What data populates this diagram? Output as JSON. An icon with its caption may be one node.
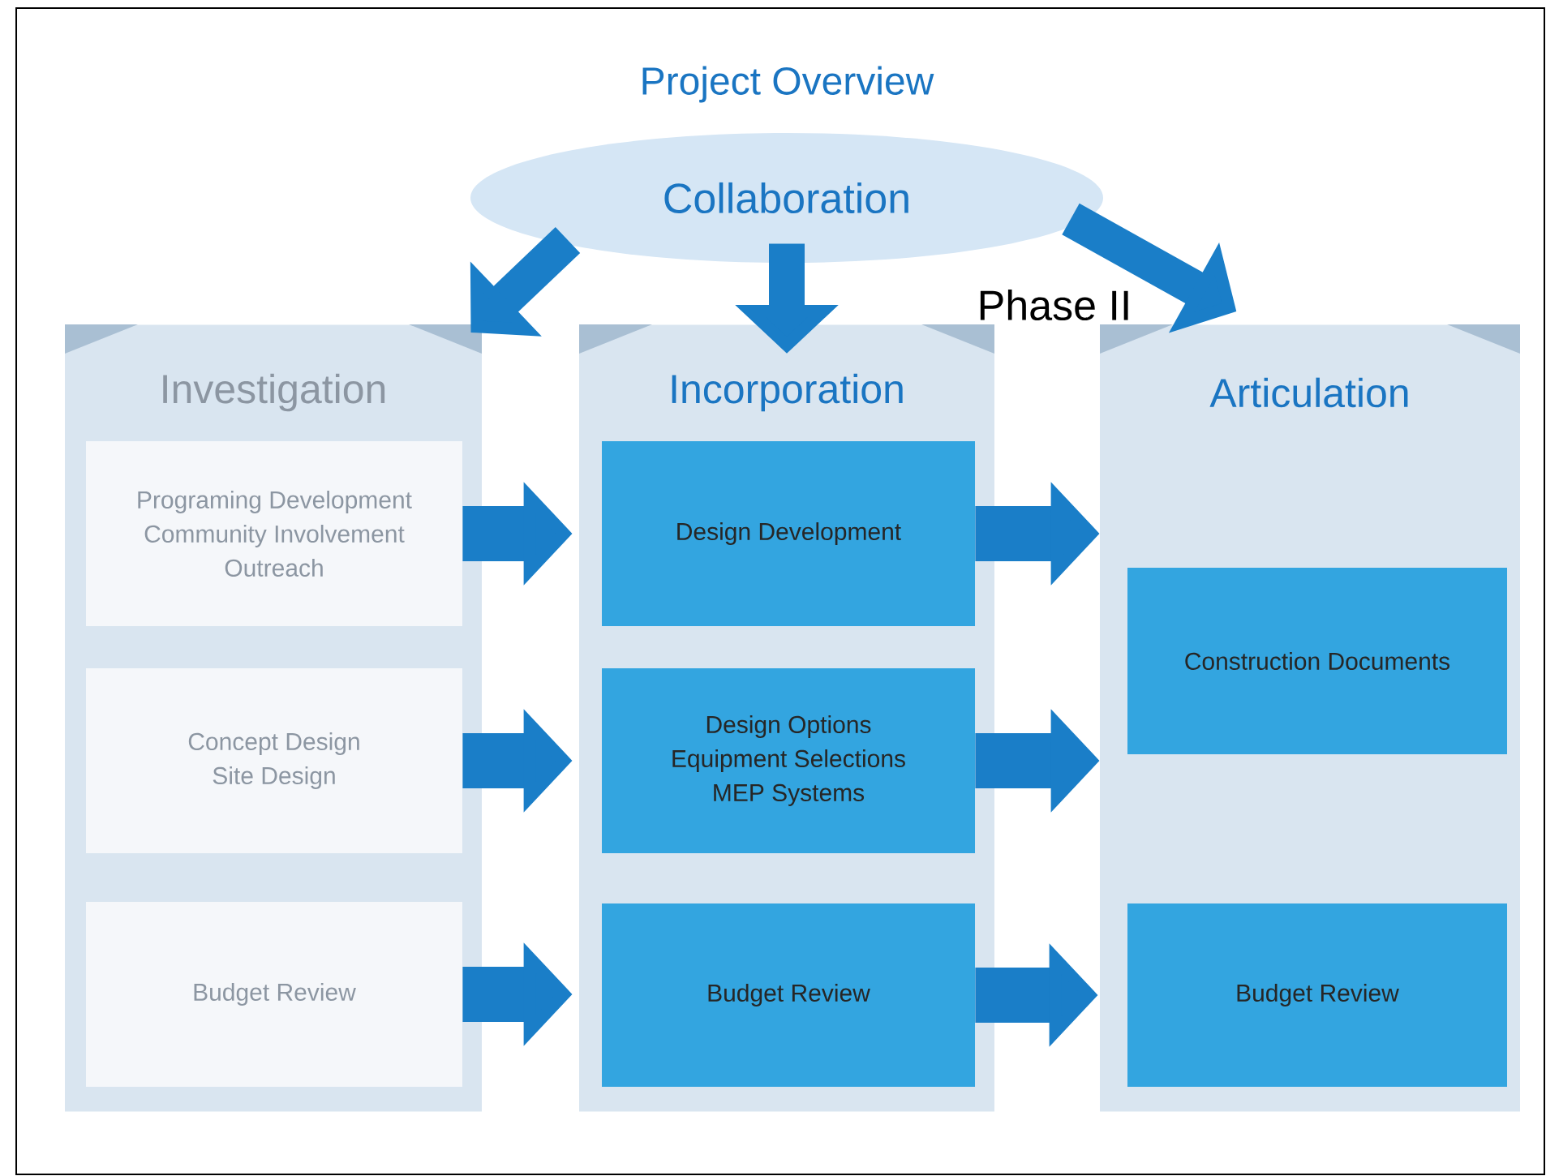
{
  "diagram": {
    "title": "Project Overview",
    "nodes": [
      {
        "text": [
          "Collaboration"
        ]
      },
      {
        "text": [
          "Investigation"
        ]
      },
      {
        "text": [
          "Programing Development",
          "Community Involvement",
          "Outreach"
        ],
        "in": 1
      },
      {
        "text": [
          "Concept Design",
          "Site Design"
        ],
        "in": 1
      },
      {
        "text": [
          "Budget Review"
        ],
        "in": 1
      },
      {
        "text": [
          "Incorporation"
        ]
      },
      {
        "text": [
          "Design Development"
        ],
        "in": 5
      },
      {
        "text": [
          "Design Options",
          "Equipment Selections",
          "MEP Systems"
        ],
        "in": 5
      },
      {
        "text": [
          "Budget Review"
        ],
        "in": 5
      },
      {
        "text": [
          "Articulation"
        ]
      },
      {
        "text": [
          "Construction Documents"
        ],
        "in": 9
      },
      {
        "text": [
          "Budget Review"
        ],
        "in": 9
      }
    ],
    "edges": [
      {
        "from": 0,
        "to": 1,
        "arrow": "to"
      },
      {
        "from": 0,
        "to": 5,
        "arrow": "to"
      },
      {
        "from": 0,
        "to": 9,
        "arrow": "to"
      },
      {
        "from": 2,
        "to": 6,
        "arrow": "to"
      },
      {
        "from": 6,
        "to": 9,
        "arrow": "to"
      },
      {
        "from": 3,
        "to": 7,
        "arrow": "to"
      },
      {
        "from": 7,
        "to": 9,
        "arrow": "to"
      },
      {
        "from": 4,
        "to": 8,
        "arrow": "to"
      },
      {
        "from": 8,
        "to": 11,
        "arrow": "to"
      }
    ],
    "labels": [
      "Phase II"
    ]
  }
}
